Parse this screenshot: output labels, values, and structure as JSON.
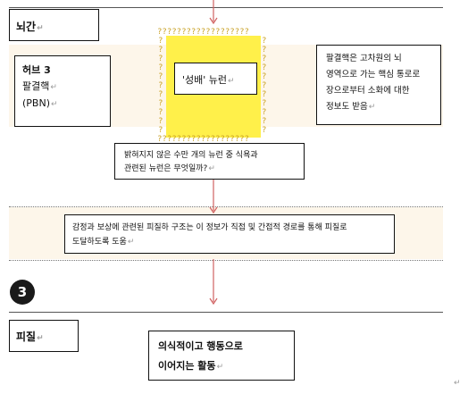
{
  "section_top": {
    "title": "뇌간"
  },
  "hub": {
    "line1": "허브 3",
    "line2": "팔결핵",
    "line3": "(PBN)"
  },
  "neuron_label": "'성배' 뉴런",
  "question_pattern": "???????????????????",
  "pbn_note": {
    "line1": "팔결핵은 고차원의 뇌",
    "line2": "영역으로 가는 핵심 통로로",
    "line3": "장으로부터 소화에 대한",
    "line4": "정보도 받음"
  },
  "unknown_note": {
    "line1": "밝혀지지 않은 수만 개의 뉴런 중 식욕과",
    "line2": "관련된 뉴런은 무엇일까?"
  },
  "emotion_note": {
    "line1": "감정과 보상에 관련된 피질하 구조는 이 정보가 직접 및 간접적 경로를 통해 피질로",
    "line2": "도달하도록 도움"
  },
  "step_number": "3",
  "section_bottom": {
    "title": "피질"
  },
  "cortex_note": {
    "line1": "의식적이고 행동으로",
    "line2": "이어지는 활동"
  },
  "paragraph_mark": "↵",
  "colors": {
    "band": "#fdf6ea",
    "highlight": "#fff04a",
    "arrow": "#d06060",
    "question": "#c9a227",
    "badge": "#1a1a1a"
  }
}
